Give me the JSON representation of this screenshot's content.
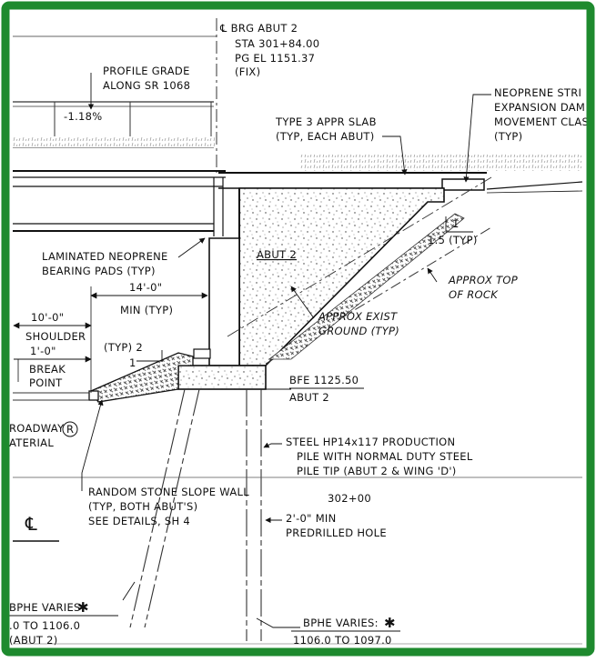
{
  "border_color": "#1e8a2e",
  "labels": {
    "cl_brg": "℄ BRG ABUT 2",
    "sta": "STA 301+84.00",
    "pg_el": "PG EL 1151.37",
    "fix": "(FIX)",
    "profile_grade_1": "PROFILE GRADE",
    "profile_grade_2": "ALONG SR 1068",
    "grade_pct": "-1.18%",
    "neoprene_strip_1": "NEOPRENE STRI",
    "neoprene_strip_2": "EXPANSION DAM",
    "neoprene_strip_3": "MOVEMENT CLAS",
    "neoprene_strip_4": "(TYP)",
    "appr_slab_1": "TYPE 3 APPR SLAB",
    "appr_slab_2": "(TYP, EACH ABUT)",
    "abut_2_in": "ABUT 2",
    "slope_1": "1",
    "slope_15": "1.5 (TYP)",
    "approx_rock_1": "APPROX TOP",
    "approx_rock_2": "OF ROCK",
    "lam_pads_1": "LAMINATED NEOPRENE",
    "lam_pads_2": "BEARING PADS (TYP)",
    "dim_14": "14'-0\"",
    "min_typ": "MIN (TYP)",
    "dim_10": "10'-0\"",
    "shoulder": "SHOULDER",
    "dim_1": "1'-0\"",
    "break_1": "BREAK",
    "break_2": "POINT",
    "typ2": "(TYP) 2",
    "typ1": "1",
    "exist_ground_1": "APPROX EXIST",
    "exist_ground_2": "GROUND (TYP)",
    "bfe": "BFE 1125.50",
    "abut_2": "ABUT 2",
    "roadway_1": "ROADWAY",
    "roadway_2": "ATERIAL",
    "roadway_circle": "R",
    "steel_1": "STEEL HP14x117 PRODUCTION",
    "steel_2": "PILE WITH NORMAL DUTY STEEL",
    "steel_3": "PILE TIP (ABUT 2 & WING 'D')",
    "station_302": "302+00",
    "stone_1": "RANDOM STONE SLOPE WALL",
    "stone_2": "(TYP, BOTH ABUT'S)",
    "stone_3": "SEE DETAILS, SH 4",
    "cl_symbol": "℄",
    "predrill_1": "2'-0\" MIN",
    "predrill_2": "PREDRILLED HOLE",
    "bphe_left": "BPHE VARIES:",
    "bphe_left_range": ".0 TO 1106.0",
    "bphe_left_abut": "(ABUT 2)",
    "bphe_right": "BPHE VARIES:",
    "bphe_right_range": "1106.0 TO 1097.0",
    "asterisk": "✱"
  }
}
